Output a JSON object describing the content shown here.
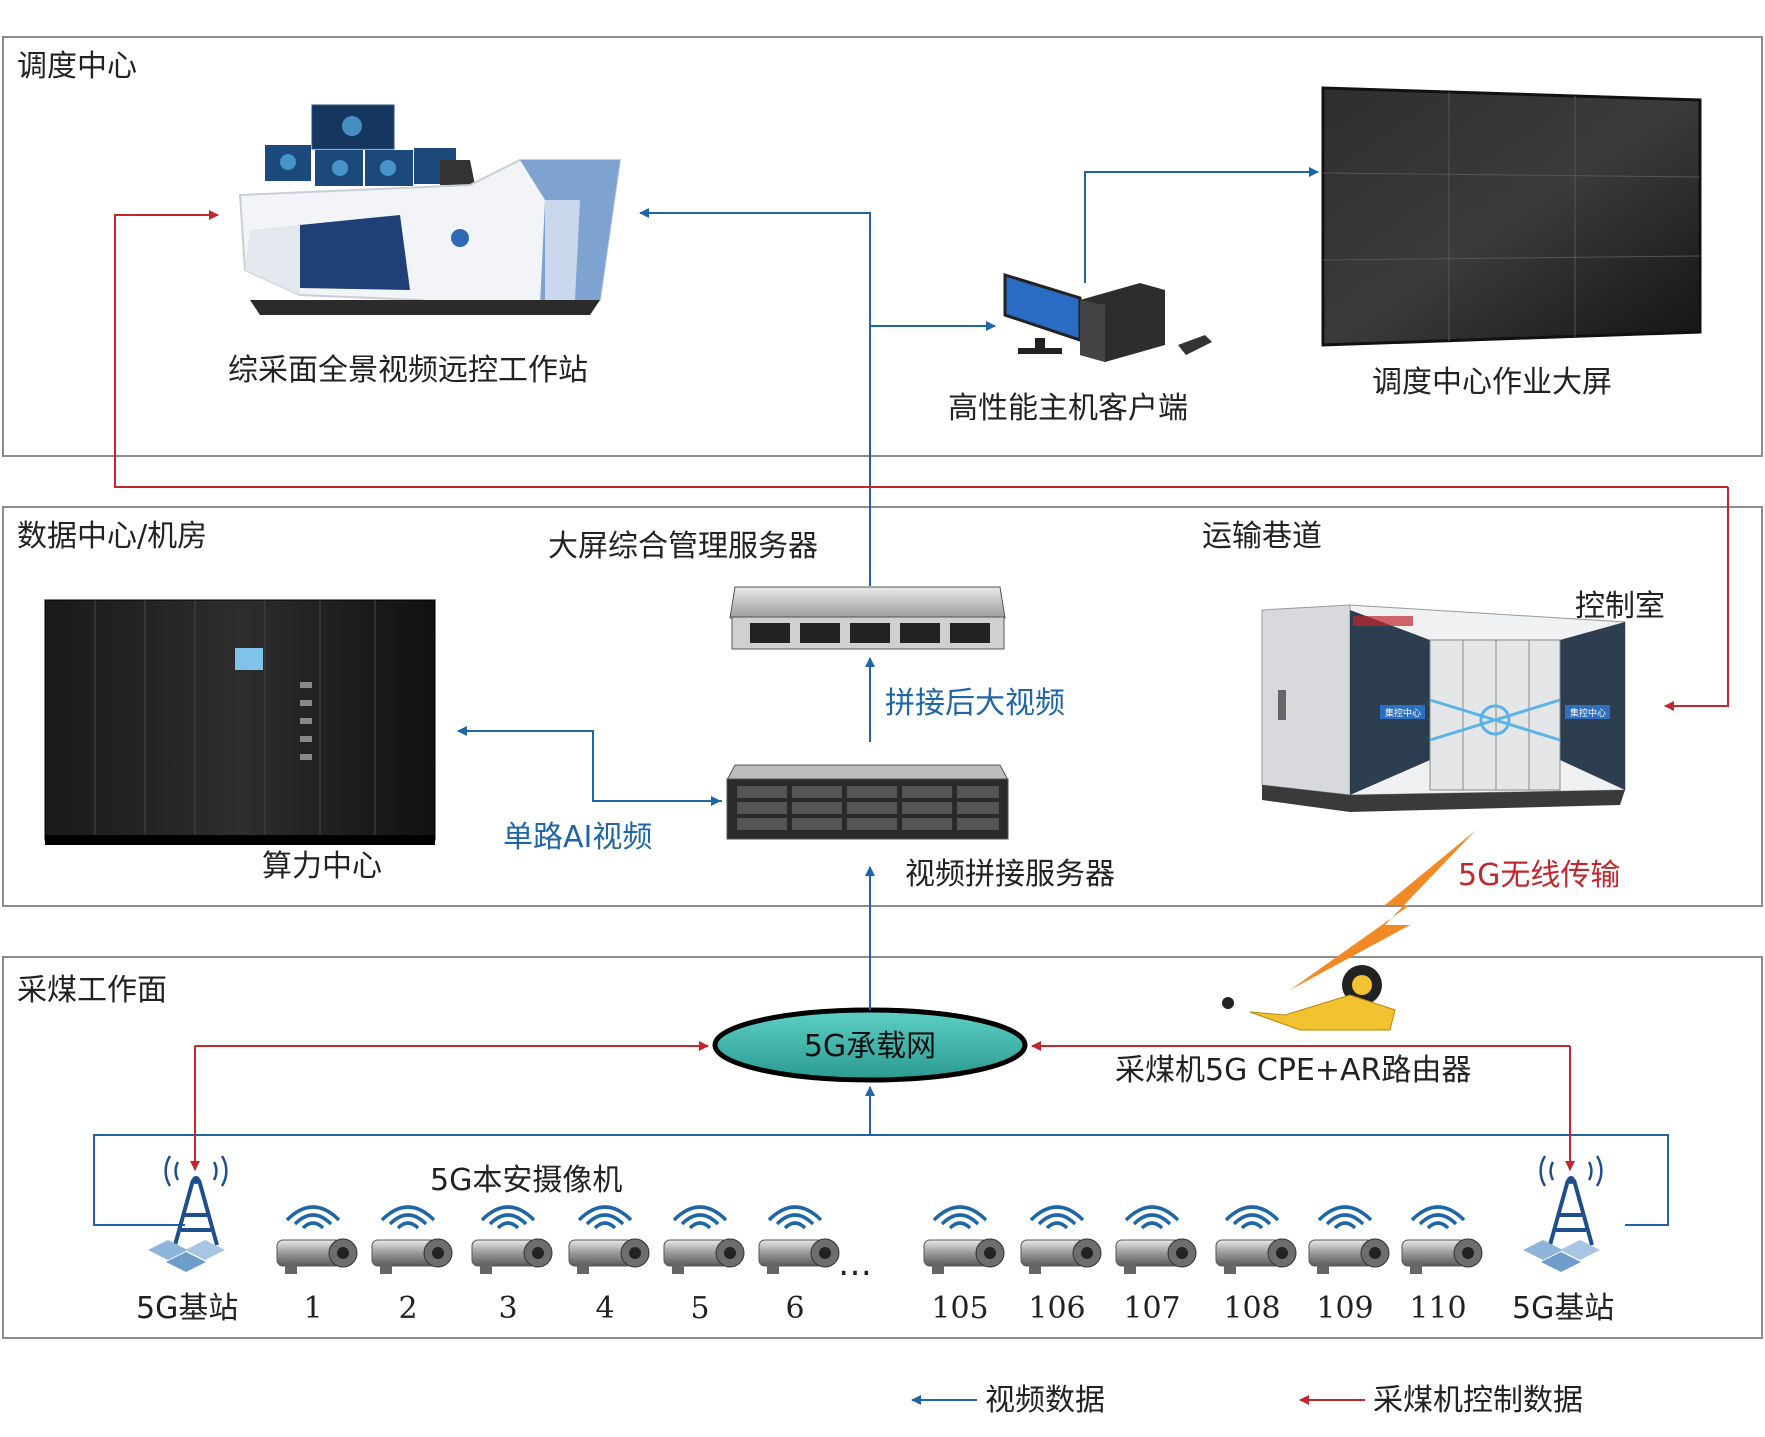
{
  "sections": {
    "dispatch": {
      "title": "调度中心"
    },
    "datacenter": {
      "title": "数据中心/机房"
    },
    "face": {
      "title": "采煤工作面"
    }
  },
  "nodes": {
    "workstation": "综采面全景视频远控工作站",
    "client": "高性能主机客户端",
    "big_screen": "调度中心作业大屏",
    "screen_server": "大屏综合管理服务器",
    "transport_tunnel": "运输巷道",
    "control_room": "控制室",
    "compute_center": "算力中心",
    "stitch_server": "视频拼接服务器",
    "bearer_net": "5G承载网",
    "shearer_cpe": "采煤机5G CPE+AR路由器",
    "camera_group": "5G本安摄像机",
    "base_station_left": "5G基站",
    "base_station_right": "5G基站",
    "control_room_sign_a": "集控中心",
    "control_room_sign_b": "集控中心"
  },
  "edge_labels": {
    "stitched_video": "拼接后大视频",
    "single_ai_video": "单路AI视频",
    "wireless": "5G无线传输"
  },
  "cameras_left": [
    "1",
    "2",
    "3",
    "4",
    "5",
    "6"
  ],
  "cameras_right": [
    "105",
    "106",
    "107",
    "108",
    "109",
    "110"
  ],
  "ellipsis": "…",
  "legend": {
    "video": "视频数据",
    "control": "采煤机控制数据"
  },
  "colors": {
    "video_line": "#1f66a6",
    "control_line": "#c1272d",
    "wireless_bolt": "#f08a24",
    "bearer_fill": "#3fb7ad",
    "section_border": "#8c8c8c",
    "workstation_blue": "#1e3f77"
  }
}
